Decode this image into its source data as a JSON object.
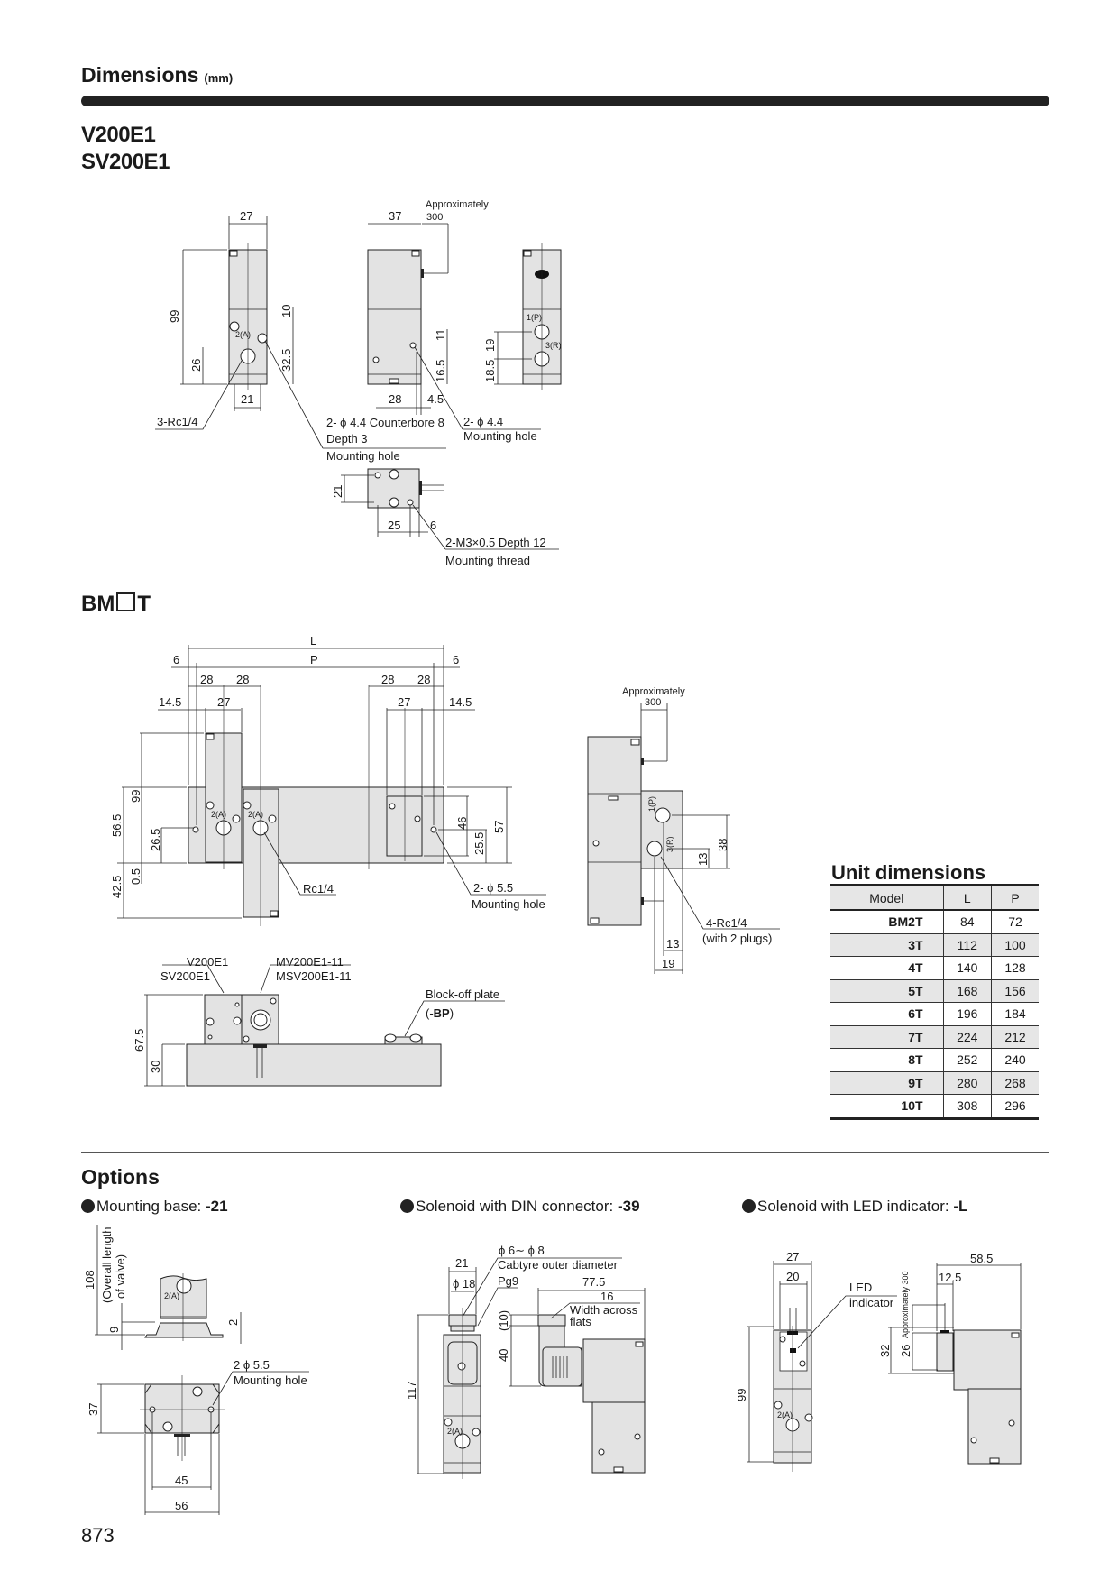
{
  "header": {
    "title": "Dimensions",
    "unit": "(mm)"
  },
  "models": {
    "line1": "V200E1",
    "line2": "SV200E1"
  },
  "v200e1": {
    "front": {
      "w27": "27",
      "h99": "99",
      "d10": "10",
      "d32_5": "32.5",
      "d26": "26",
      "d21": "21",
      "port_a": "2(A)",
      "rc": "3-Rc1/4"
    },
    "side": {
      "w37": "37",
      "approx": "Approximately",
      "approx_val": "300",
      "d11": "11",
      "d16_5": "16.5",
      "d28": "28",
      "d4_5": "4.5",
      "cb1": "2- ϕ 4.4 Counterbore 8",
      "cb2": "Depth 3",
      "cb3": "Mounting hole",
      "mh1": "2- ϕ 4.4",
      "mh2": "Mounting hole"
    },
    "rear": {
      "port_p": "1(P)",
      "port_r": "3(R)",
      "d19": "19",
      "d18_5": "18.5"
    },
    "bottom": {
      "d21": "21",
      "d25": "25",
      "d6": "6",
      "th1": "2-M3×0.5 Depth 12",
      "th2": "Mounting thread"
    }
  },
  "bm": {
    "title_prefix": "BM",
    "title_suffix": "T",
    "top": {
      "L": "L",
      "P": "P",
      "six_l": "6",
      "six_r": "6",
      "p28a": "28",
      "p28b": "28",
      "p28c": "28",
      "p28d": "28",
      "e14_5l": "14.5",
      "w27l": "27",
      "w27r": "27",
      "e14_5r": "14.5",
      "h99": "99",
      "h56_5": "56.5",
      "h26_5": "26.5",
      "h0_5": "0.5",
      "h42_5": "42.5",
      "h46": "46",
      "h25_5": "25.5",
      "h57": "57",
      "port_a1": "2(A)",
      "port_a2": "2(A)",
      "rc": "Rc1/4",
      "mh1": "2- ϕ 5.5",
      "mh2": "Mounting hole"
    },
    "front": {
      "v1": "V200E1",
      "v2": "SV200E1",
      "m1": "MV200E1-11",
      "m2": "MSV200E1-11",
      "bp1": "Block-off plate",
      "bp2a": "(-",
      "bp2b": "BP",
      "bp2c": ")",
      "h67_5": "67.5",
      "h30": "30"
    },
    "side": {
      "approx": "Approximately",
      "approx_val": "300",
      "port_p": "1(P)",
      "port_r": "3(R)",
      "d38": "38",
      "d13v": "13",
      "rc1": "4-Rc1/4",
      "rc2": "(with 2 plugs)",
      "d13h": "13",
      "d19": "19"
    }
  },
  "unit_dimensions": {
    "title": "Unit dimensions",
    "columns": [
      "Model",
      "L",
      "P"
    ],
    "rows": [
      [
        "BM2T",
        "84",
        "72"
      ],
      [
        "3T",
        "112",
        "100"
      ],
      [
        "4T",
        "140",
        "128"
      ],
      [
        "5T",
        "168",
        "156"
      ],
      [
        "6T",
        "196",
        "184"
      ],
      [
        "7T",
        "224",
        "212"
      ],
      [
        "8T",
        "252",
        "240"
      ],
      [
        "9T",
        "280",
        "268"
      ],
      [
        "10T",
        "308",
        "296"
      ]
    ]
  },
  "options": {
    "title": "Options",
    "mounting_base": {
      "label": "Mounting base: ",
      "code": "-21",
      "h108": "108",
      "ov1": "(Overall length",
      "ov2": "of valve)",
      "d9": "9",
      "d2": "2",
      "port_a": "2(A)",
      "mh1": "2 ϕ 5.5",
      "mh2": "Mounting hole",
      "d37": "37",
      "d45": "45",
      "d56": "56"
    },
    "din": {
      "label": "Solenoid with DIN connector: ",
      "code": "-39",
      "d21": "21",
      "d18": "ϕ 18",
      "cab1": "ϕ 6∼ ϕ 8",
      "cab2": "Cabtyre outer diameter",
      "pg": "Pg9",
      "d77_5": "77.5",
      "d16": "16",
      "wf1": "Width across",
      "wf2": "flats",
      "d10": "(10)",
      "d40": "40",
      "d117": "117",
      "port_a": "2(A)"
    },
    "led": {
      "label": "Solenoid with LED indicator: ",
      "code": "-L",
      "d27": "27",
      "d20": "20",
      "led1": "LED",
      "led2": "indicator",
      "approx": "Approximately 300",
      "d58_5": "58.5",
      "d12_5": "12.5",
      "d32": "32",
      "d26": "26",
      "d99": "99",
      "port_a": "2(A)"
    }
  },
  "page_number": "873"
}
